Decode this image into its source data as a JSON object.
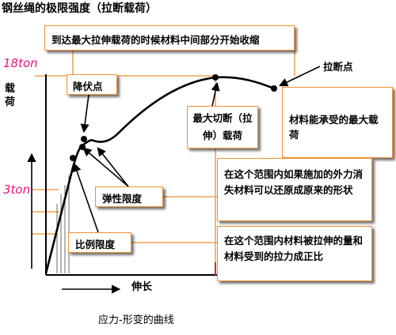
{
  "title": "钢丝绳的极限强度（拉断载荷）",
  "axes": {
    "y_label": "载荷",
    "x_label": "伸长"
  },
  "load_labels": {
    "max": "18ton",
    "elastic": "3ton"
  },
  "callouts": {
    "top_note": "到达最大拉伸载荷的时候材料中间部分开始收缩",
    "yield_point": "降伏点",
    "break_point": "拉断点",
    "max_load": "最大切断（拉伸）载荷",
    "max_load_desc": "材料能承受的最大载荷",
    "elastic_limit": "弹性限度",
    "elastic_limit_desc": "在这个范围内如果施加的外力消失材料可以还原成原来的形状",
    "proportional_limit": "比例限度",
    "proportional_limit_desc": "在这个范围内材料被拉伸的量和材料受到的拉力成正比"
  },
  "caption": "应力-形变的曲线",
  "colors": {
    "guide_orange": "#f0902e",
    "load_pink": "#e6137f",
    "red_marker": "#d9261c"
  }
}
